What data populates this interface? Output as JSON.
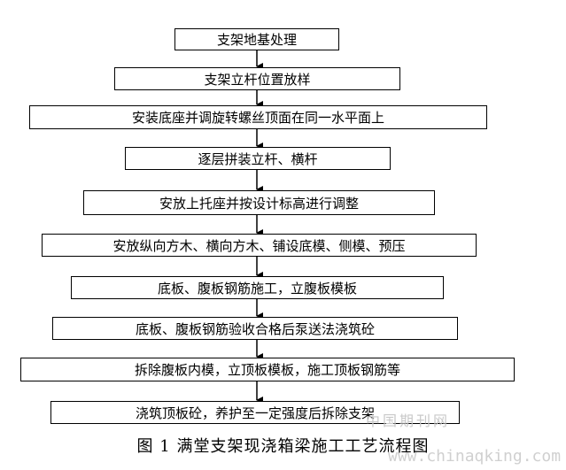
{
  "steps": [
    "支架地基处理",
    "支架立杆位置放样",
    "安装底座并调旋转螺丝顶面在同一水平面上",
    "逐层拼装立杆、横杆",
    "安放上托座并按设计标高进行调整",
    "安放纵向方木、横向方木、铺设底模、侧模、预压",
    "底板、腹板钢筋施工，立腹板模板",
    "底板、腹板钢筋验收合格后泵送法浇筑砼",
    "拆除腹板内模，立顶板模板，施工顶板钢筋等",
    "浇筑顶板砼，养护至一定强度后拆除支架"
  ],
  "caption": "图 1 满堂支架现浇箱梁施工工艺流程图",
  "watermark": {
    "text": "中国期刊网",
    "url": "www.chinaqking.com"
  }
}
